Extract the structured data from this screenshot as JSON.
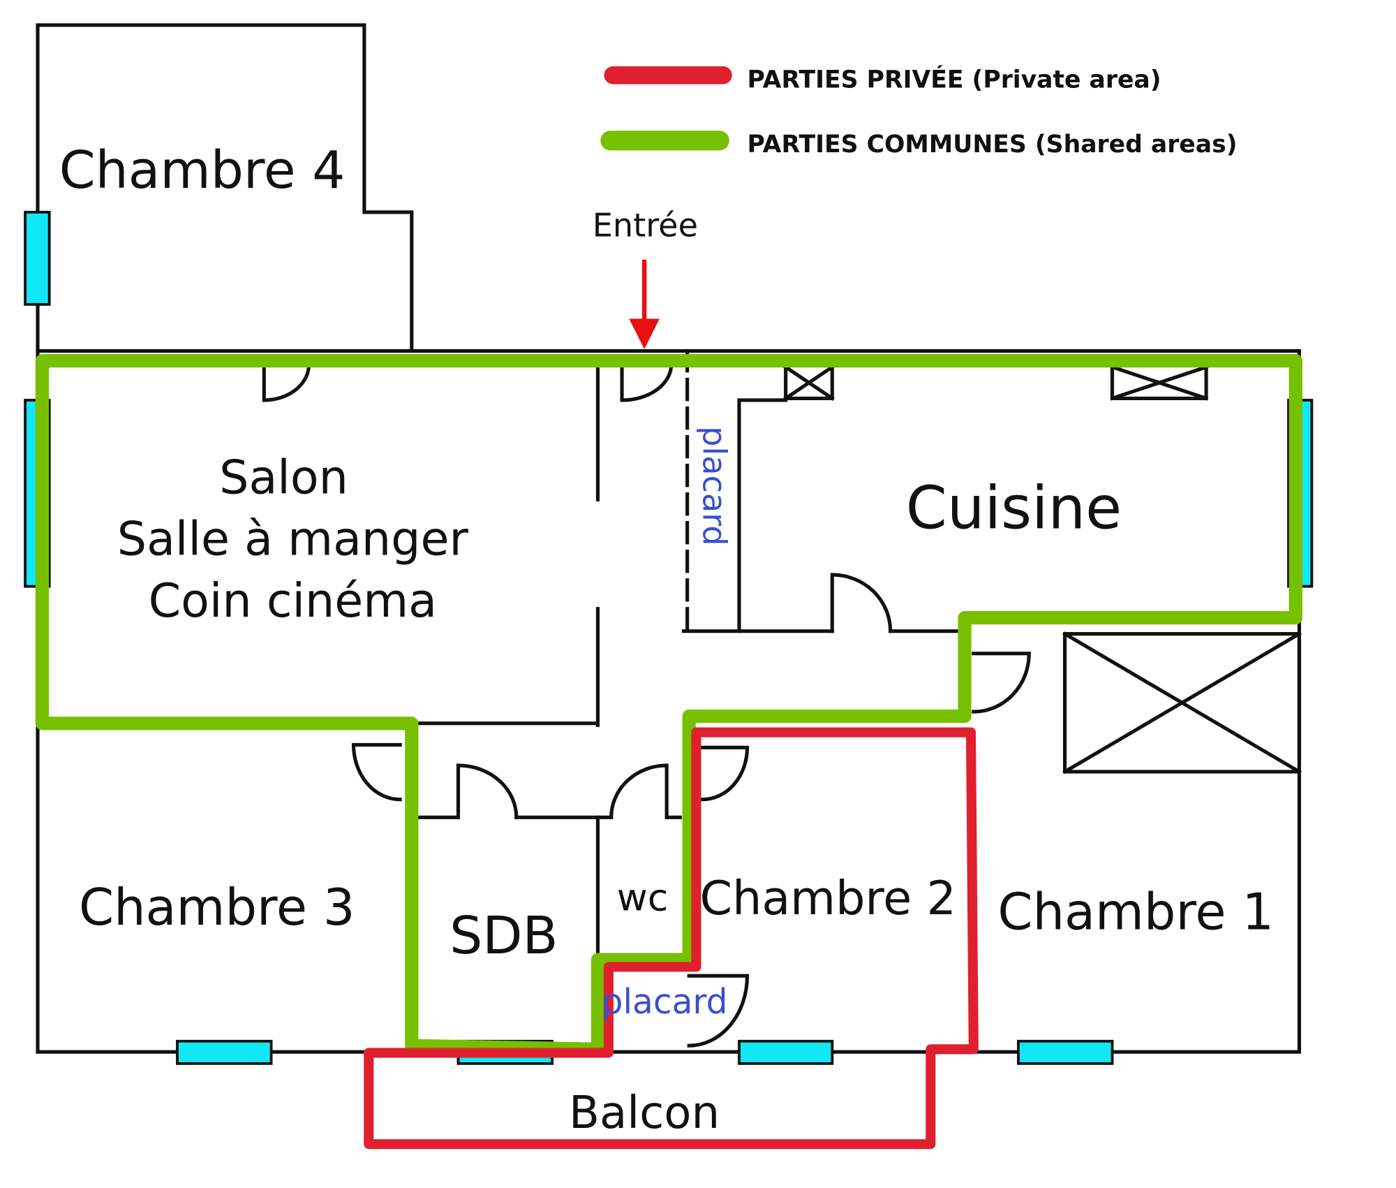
{
  "legend": {
    "private": {
      "label": "PARTIES PRIVÉE (Private area)",
      "color": "#e0202e"
    },
    "shared": {
      "label": "PARTIES COMMUNES (Shared areas)",
      "color": "#77c000"
    }
  },
  "entrance": {
    "label": "Entrée",
    "arrow_color": "#e81010"
  },
  "rooms": {
    "chambre4": "Chambre 4",
    "salon": [
      "Salon",
      "Salle à manger",
      "Coin cinéma"
    ],
    "cuisine": "Cuisine",
    "placard_top": "placard",
    "chambre3": "Chambre 3",
    "sdb": "SDB",
    "wc": "wc",
    "chambre2": "Chambre 2",
    "chambre1": "Chambre 1",
    "placard_bottom": "placard",
    "balcon": "Balcon"
  },
  "colors": {
    "window": "#12e8f5",
    "label_blue": "#3a4fd0"
  }
}
